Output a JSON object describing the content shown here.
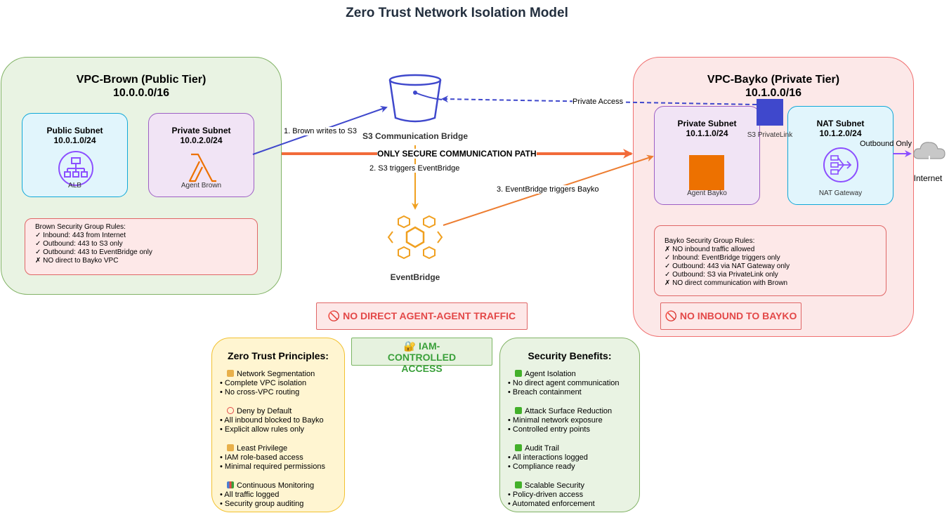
{
  "title": "Zero Trust Network Isolation Model",
  "vpc_brown": {
    "name": "VPC-Brown (Public Tier)",
    "cidr": "10.0.0.0/16",
    "public_subnet": {
      "name": "Public Subnet",
      "cidr": "10.0.1.0/24",
      "resource": "ALB"
    },
    "private_subnet": {
      "name": "Private Subnet",
      "cidr": "10.0.2.0/24",
      "resource": "Agent Brown"
    },
    "rules_title": "Brown Security Group Rules:",
    "rules": [
      "✓ Inbound: 443 from Internet",
      "✓ Outbound: 443 to S3 only",
      "✓ Outbound: 443 to EventBridge only",
      "✗ NO direct to Bayko VPC"
    ]
  },
  "vpc_bayko": {
    "name": "VPC-Bayko (Private Tier)",
    "cidr": "10.1.0.0/16",
    "private_subnet": {
      "name": "Private Subnet",
      "cidr": "10.1.1.0/24",
      "resource": "Agent Bayko"
    },
    "nat_subnet": {
      "name": "NAT Subnet",
      "cidr": "10.1.2.0/24",
      "resource": "NAT Gateway"
    },
    "privatelink": "S3 PrivateLink",
    "rules_title": "Bayko Security Group Rules:",
    "rules": [
      "✗ NO inbound traffic allowed",
      "✓ Inbound: EventBridge triggers only",
      "✓ Outbound: 443 via NAT Gateway only",
      "✓ Outbound: S3 via PrivateLink only",
      "✗ NO direct communication with Brown"
    ]
  },
  "s3": {
    "label": "S3 Communication Bridge"
  },
  "eventbridge": {
    "label": "EventBridge"
  },
  "internet": {
    "label": "Internet"
  },
  "edges": {
    "brown_writes": "1. Brown writes to S3",
    "s3_triggers": "2. S3 triggers EventBridge",
    "eb_triggers": "3. EventBridge triggers Bayko",
    "secure_path": "ONLY SECURE COMMUNICATION PATH",
    "private_access": "Private Access",
    "outbound_only": "Outbound Only"
  },
  "banners": {
    "no_direct": "🚫 NO DIRECT AGENT-AGENT TRAFFIC",
    "no_inbound": "🚫 NO INBOUND TO BAYKO",
    "iam": "🔐 IAM-CONTROLLED ACCESS"
  },
  "principles": {
    "title": "Zero Trust Principles:",
    "groups": [
      {
        "icon": "lock-icon",
        "head": "Network Segmentation",
        "items": [
          "• Complete VPC isolation",
          "• No cross-VPC routing"
        ]
      },
      {
        "icon": "prohibited-icon",
        "head": "Deny by Default",
        "items": [
          "• All inbound blocked to Bayko",
          "• Explicit allow rules only"
        ]
      },
      {
        "icon": "lock-icon",
        "head": "Least Privilege",
        "items": [
          "• IAM role-based access",
          "• Minimal required permissions"
        ]
      },
      {
        "icon": "bar-chart-icon",
        "head": "Continuous Monitoring",
        "items": [
          "• All traffic logged",
          "• Security group auditing"
        ]
      }
    ]
  },
  "benefits": {
    "title": "Security Benefits:",
    "groups": [
      {
        "icon": "check-box-icon",
        "head": "Agent Isolation",
        "items": [
          "• No direct agent communication",
          "• Breach containment"
        ]
      },
      {
        "icon": "check-box-icon",
        "head": "Attack Surface Reduction",
        "items": [
          "• Minimal network exposure",
          "• Controlled entry points"
        ]
      },
      {
        "icon": "check-box-icon",
        "head": "Audit Trail",
        "items": [
          "• All interactions logged",
          "• Compliance ready"
        ]
      },
      {
        "icon": "check-box-icon",
        "head": "Scalable Security",
        "items": [
          "• Policy-driven access",
          "• Automated enforcement"
        ]
      }
    ]
  },
  "colors": {
    "brown_fill": "#e9f3e3",
    "bayko_fill": "#fce8e8",
    "secure_path": "#f26b3a",
    "s3_edge": "#3f48cc",
    "eventbridge": "#f0a020",
    "lambda": "#ed7100",
    "nat": "#8c4fff"
  }
}
